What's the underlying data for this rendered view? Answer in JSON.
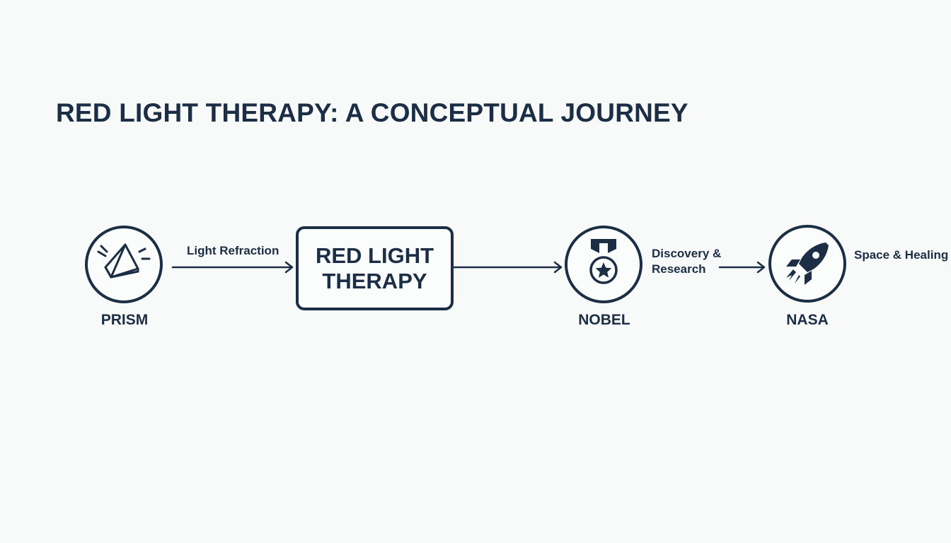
{
  "title": "RED LIGHT THERAPY: A CONCEPTUAL JOURNEY",
  "colors": {
    "ink": "#1b2e45",
    "background": "#f8f9f9"
  },
  "nodes": {
    "prism": {
      "label": "PRISM",
      "icon": "prism-icon"
    },
    "center": {
      "label": "RED LIGHT THERAPY"
    },
    "nobel": {
      "label": "NOBEL",
      "icon": "medal-icon"
    },
    "nasa": {
      "label": "NASA",
      "icon": "rocket-icon"
    }
  },
  "edges": {
    "prism_to_center": {
      "label": "Light Refraction"
    },
    "center_to_nobel": {
      "label": ""
    },
    "nobel_to_nasa": {
      "label_line1": "Discovery &",
      "label_line2": "Research"
    },
    "nasa_out": {
      "label": "Space & Healing"
    }
  }
}
